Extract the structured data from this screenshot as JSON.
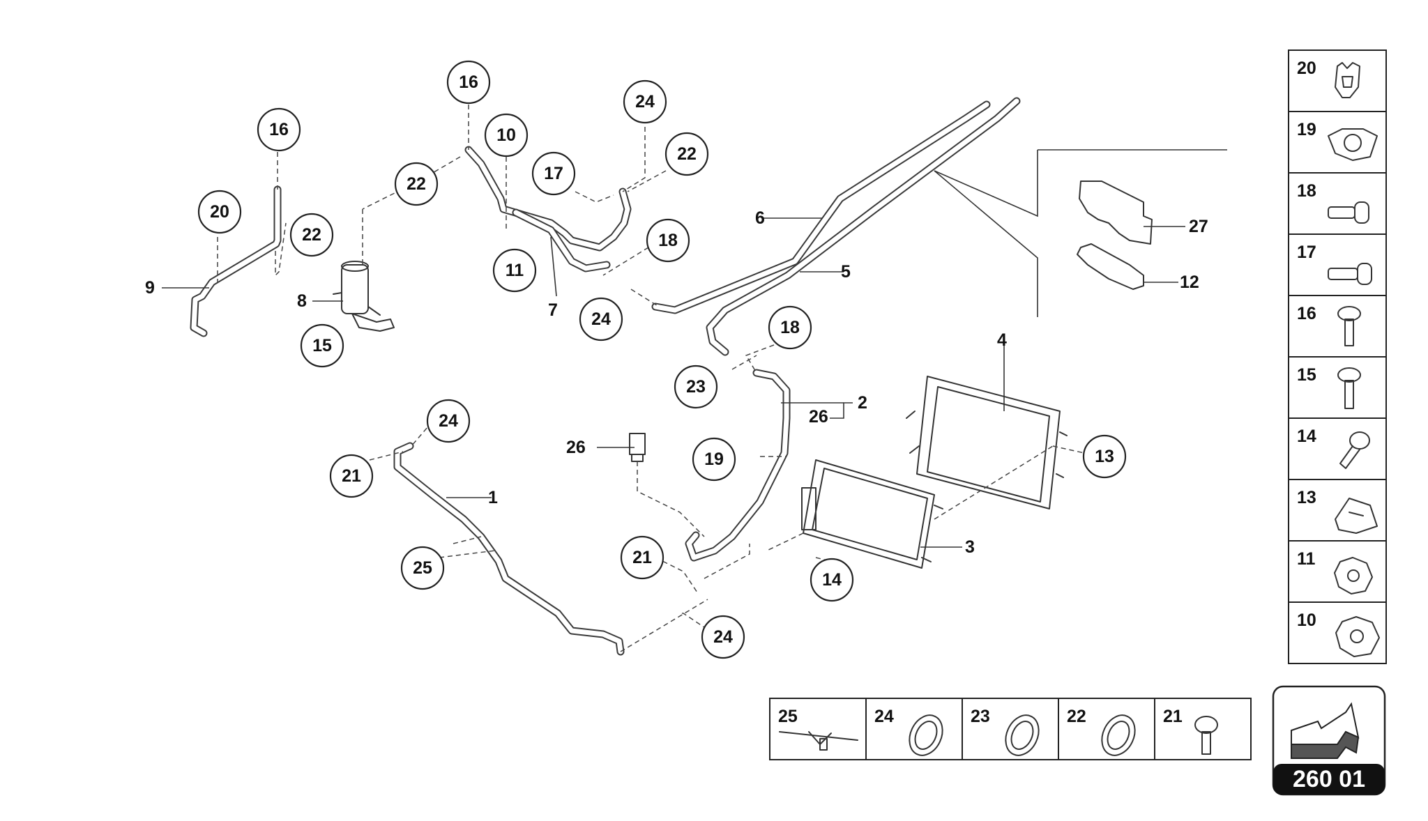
{
  "diagram": {
    "callouts": [
      "16",
      "16",
      "10",
      "24",
      "22",
      "17",
      "20",
      "22",
      "22",
      "11",
      "18",
      "24",
      "18",
      "23",
      "24",
      "21",
      "26",
      "19",
      "25",
      "21",
      "24",
      "14",
      "13"
    ],
    "labels": [
      "9",
      "8",
      "15",
      "7",
      "6",
      "5",
      "4",
      "3",
      "2",
      "26",
      "1",
      "27",
      "12"
    ],
    "side_panel": {
      "items": [
        {
          "num": "20",
          "icon": "clip-icon"
        },
        {
          "num": "19",
          "icon": "pipe-clamp-icon"
        },
        {
          "num": "18",
          "icon": "bolt-icon"
        },
        {
          "num": "17",
          "icon": "bolt-icon"
        },
        {
          "num": "16",
          "icon": "screw-icon"
        },
        {
          "num": "15",
          "icon": "screw-icon"
        },
        {
          "num": "14",
          "icon": "screw-icon"
        },
        {
          "num": "13",
          "icon": "spring-nut-icon"
        },
        {
          "num": "11",
          "icon": "clip-nut-icon"
        },
        {
          "num": "10",
          "icon": "clip-nut-icon"
        }
      ]
    },
    "bottom_panel": {
      "items": [
        {
          "num": "25",
          "icon": "cable-tie-icon"
        },
        {
          "num": "24",
          "icon": "o-ring-icon"
        },
        {
          "num": "23",
          "icon": "o-ring-icon"
        },
        {
          "num": "22",
          "icon": "o-ring-icon"
        },
        {
          "num": "21",
          "icon": "screw-icon"
        }
      ]
    },
    "page_ref": "260 01"
  }
}
